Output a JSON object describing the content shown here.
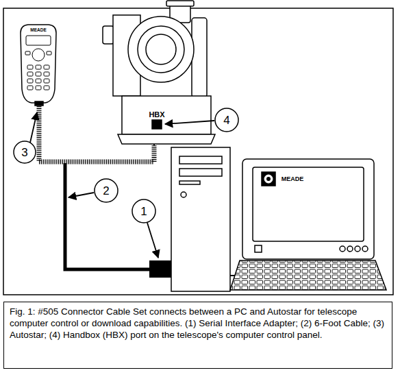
{
  "diagram": {
    "caption": "Fig. 1: #505 Connector Cable Set connects between a PC and Autostar for telescope computer control or download capabilities. (1) Serial Interface Adapter; (2) 6-Foot Cable; (3) Autostar; (4) Handbox (HBX) port on the telescope's computer control panel.",
    "labels": [
      "HBX",
      "4",
      "MEADE",
      "3",
      "2",
      "1",
      "MEADE"
    ]
  }
}
